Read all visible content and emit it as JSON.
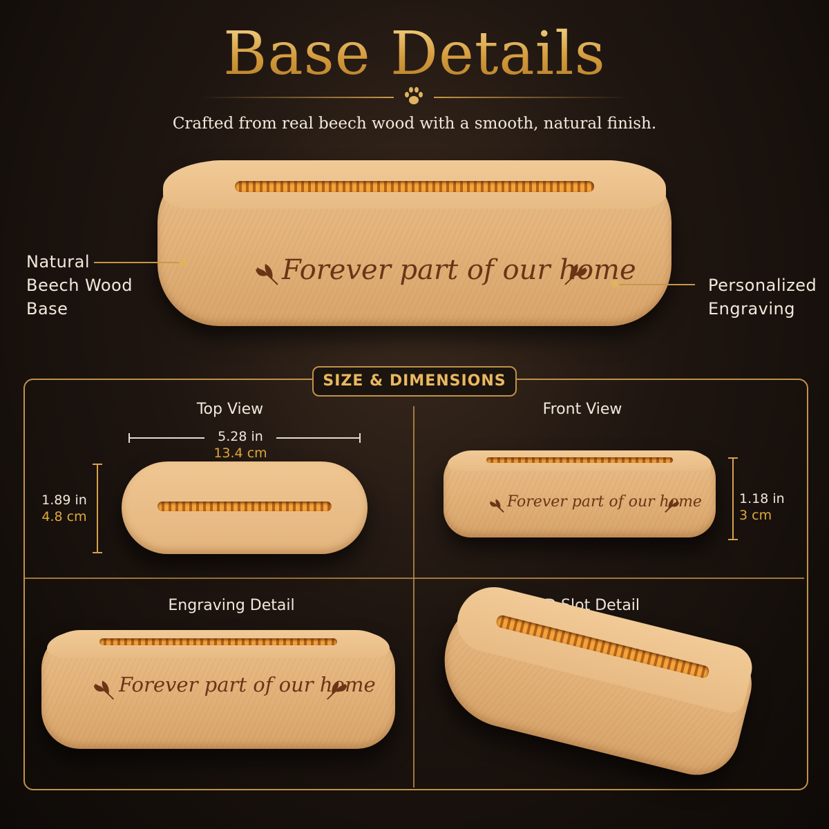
{
  "header": {
    "title": "Base Details",
    "subtitle": "Crafted from real beech wood with a smooth, natural finish."
  },
  "hero": {
    "engraving": "Forever part of our home",
    "callout_left": [
      "Natural",
      "Beech Wood",
      "Base"
    ],
    "callout_right": [
      "Personalized",
      "Engraving"
    ]
  },
  "dimensions": {
    "badge": "SIZE & DIMENSIONS",
    "top_view": {
      "title": "Top View",
      "width_in": "5.28 in",
      "width_cm": "13.4 cm",
      "depth_in": "1.89 in",
      "depth_cm": "4.8 cm"
    },
    "front_view": {
      "title": "Front View",
      "engraving": "Forever part of our home",
      "height_in": "1.18 in",
      "height_cm": "3 cm"
    },
    "engraving_detail": {
      "title": "Engraving Detail",
      "engraving": "Forever part of our home"
    },
    "led_slot_detail": {
      "title": "LED Slot Detail"
    }
  },
  "colors": {
    "gold": "#d9a94f",
    "wood": "#e4b57d",
    "background": "#1e1510",
    "engraving": "#6b3417"
  }
}
